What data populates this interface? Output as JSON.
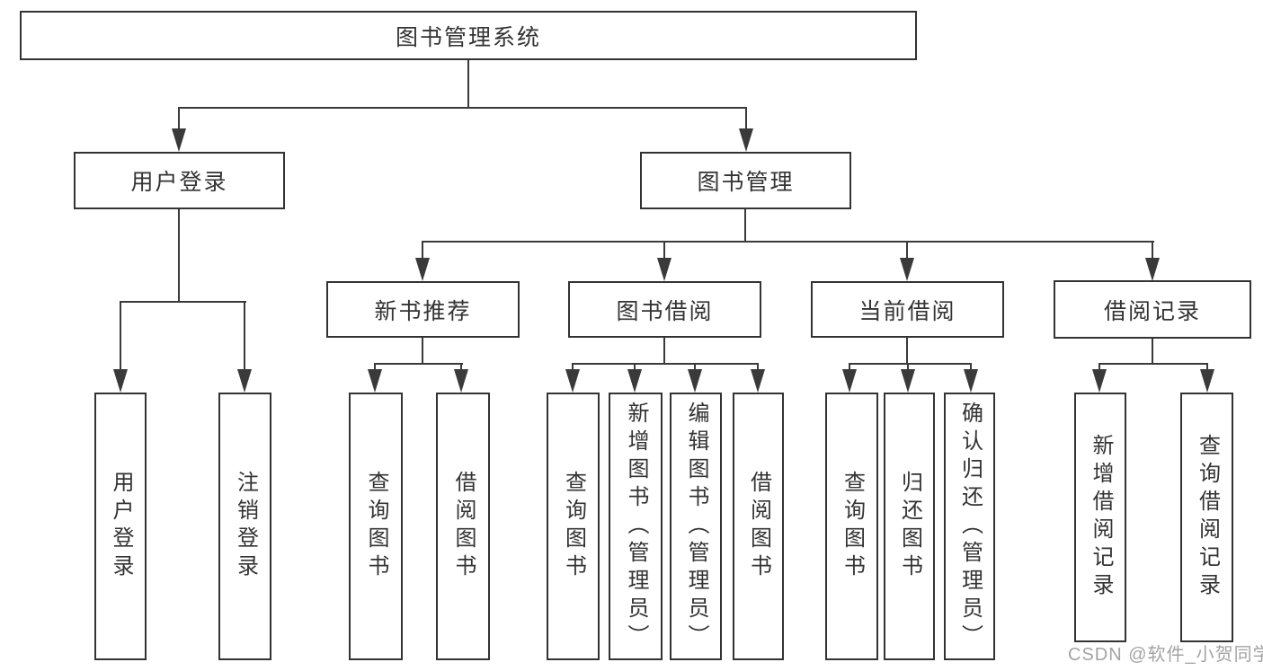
{
  "palette": {
    "line_color": "#3a3a3a",
    "border_color": "#333333",
    "text_color": "#333333",
    "watermark_color": "#a3a3a3",
    "background": "#ffffff"
  },
  "diagram": {
    "root": {
      "label": "图书管理系统"
    },
    "branches": [
      {
        "label": "用户登录",
        "children": [
          {
            "label": "用户登录"
          },
          {
            "label": "注销登录"
          }
        ]
      },
      {
        "label": "图书管理",
        "groups": [
          {
            "label": "新书推荐",
            "children": [
              {
                "label": "查询图书"
              },
              {
                "label": "借阅图书"
              }
            ]
          },
          {
            "label": "图书借阅",
            "children": [
              {
                "label": "查询图书"
              },
              {
                "label": "新增图书（管理员）"
              },
              {
                "label": "编辑图书（管理员）"
              },
              {
                "label": "借阅图书"
              }
            ]
          },
          {
            "label": "当前借阅",
            "children": [
              {
                "label": "查询图书"
              },
              {
                "label": "归还图书"
              },
              {
                "label": "确认归还（管理员）"
              }
            ]
          },
          {
            "label": "借阅记录",
            "children": [
              {
                "label": "新增借阅记录"
              },
              {
                "label": "查询借阅记录"
              }
            ]
          }
        ]
      }
    ]
  },
  "watermark": {
    "text": "CSDN @软件_小贺同学"
  }
}
